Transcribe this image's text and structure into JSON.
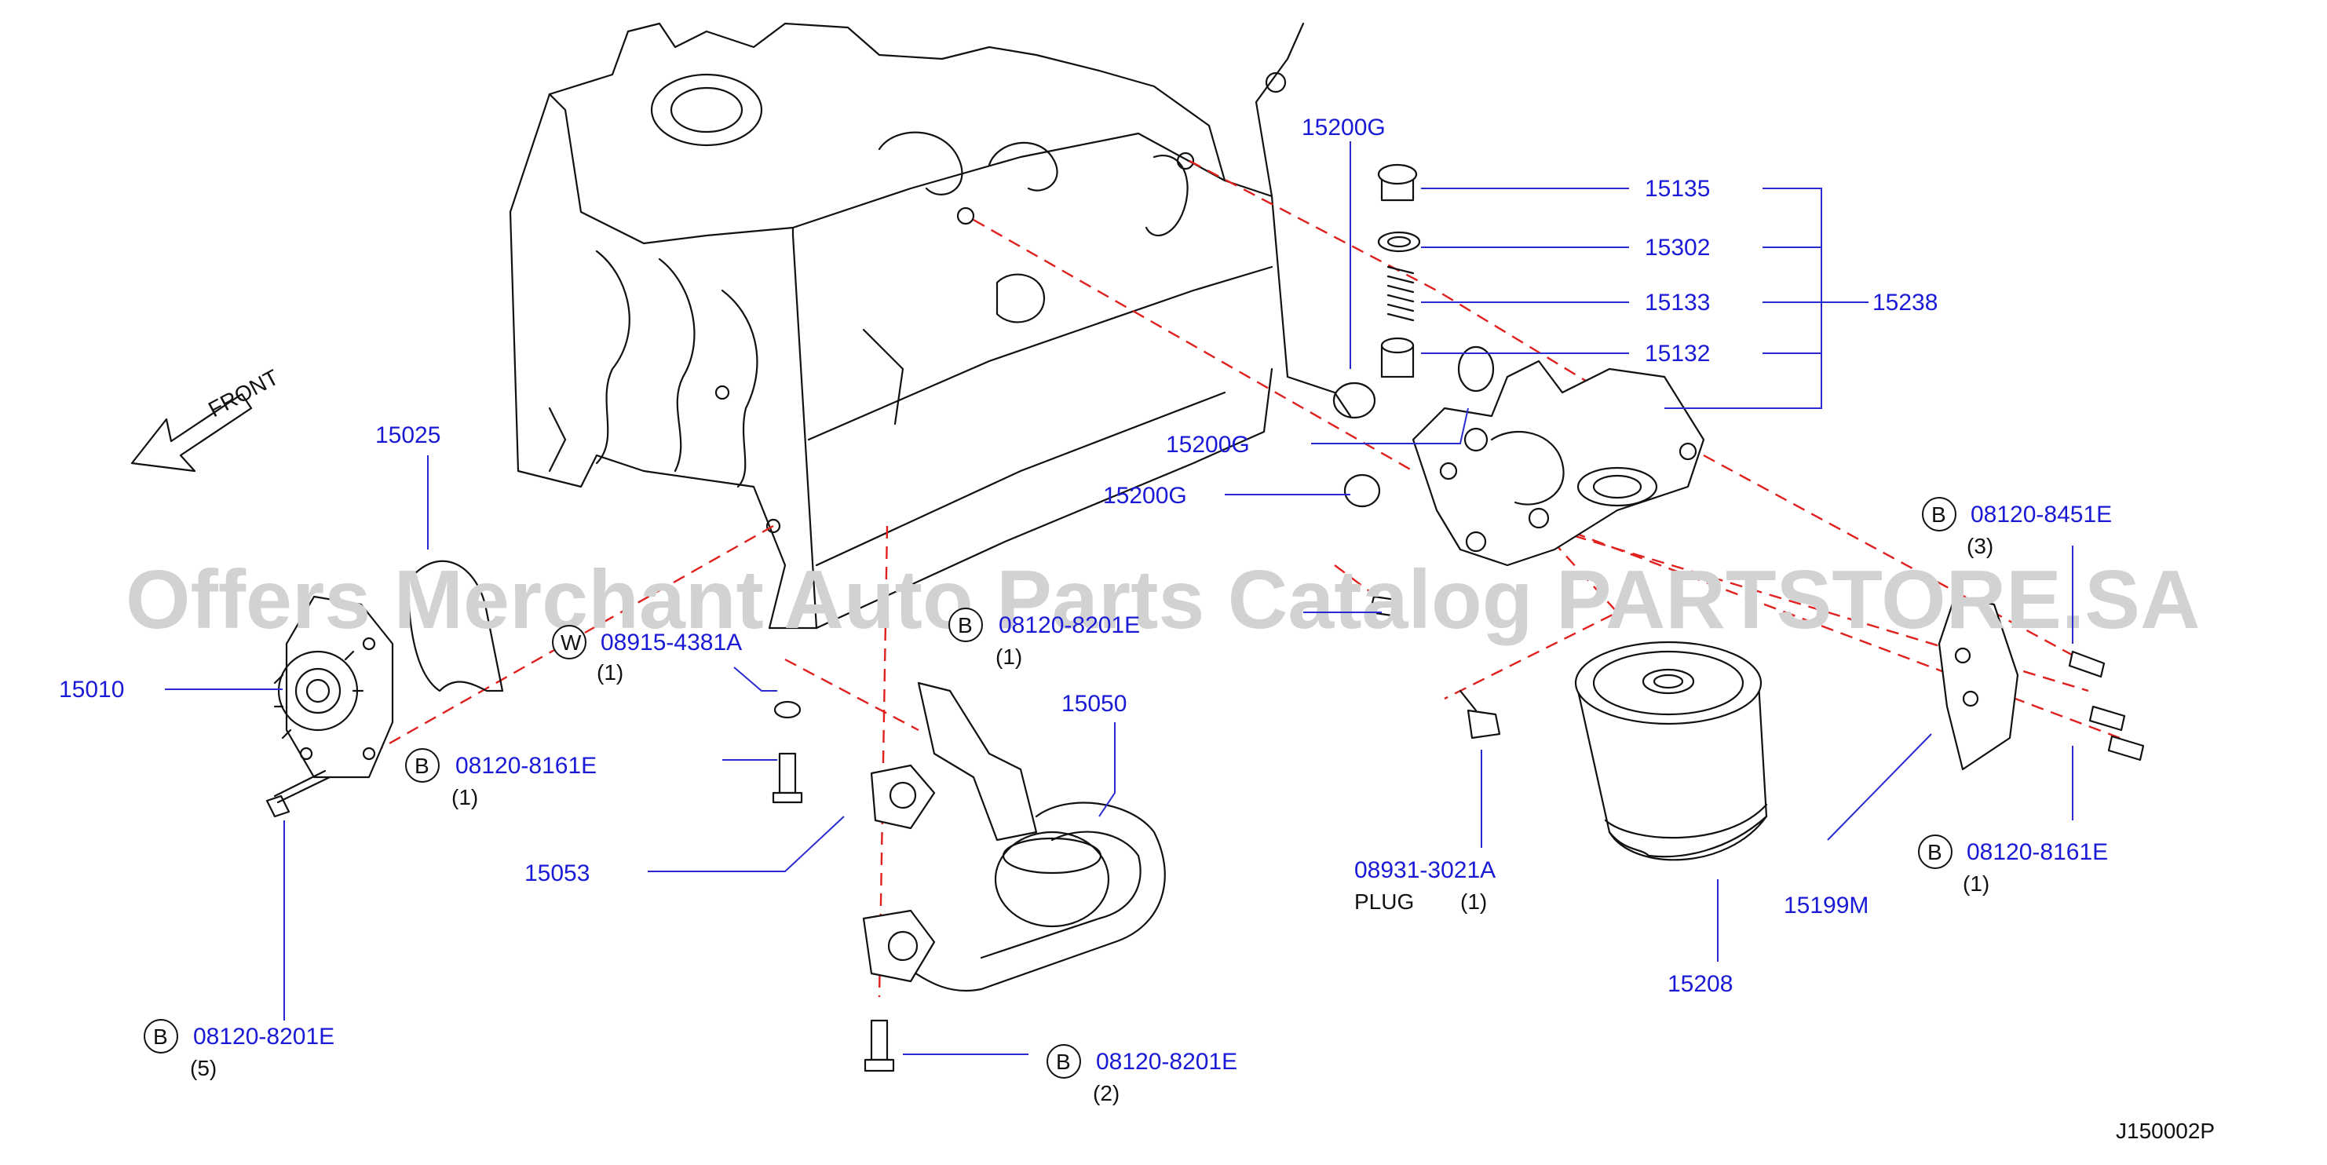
{
  "front_label": "FRONT",
  "watermark": "Offers Merchant Auto Parts Catalog PARTSTORE.SA",
  "diagram_code": "J150002P",
  "parts": {
    "p15200g_top": "15200G",
    "p15135": "15135",
    "p15302": "15302",
    "p15133": "15133",
    "p15132": "15132",
    "p15238": "15238",
    "p15200g_mid": "15200G",
    "p15200g_low": "15200G",
    "p15025": "15025",
    "p15010": "15010",
    "p15050": "15050",
    "p15053": "15053",
    "p15208": "15208",
    "p15199m": "15199M"
  },
  "callouts": [
    {
      "prefix": "W",
      "part": "08915-4381A",
      "qty": "(1)"
    },
    {
      "prefix": "B",
      "part": "08120-8201E",
      "qty": "(1)"
    },
    {
      "prefix": "B",
      "part": "08120-8161E",
      "qty": "(1)"
    },
    {
      "prefix": "B",
      "part": "08120-8201E",
      "qty": "(5)"
    },
    {
      "prefix": "B",
      "part": "08120-8201E",
      "qty": "(2)"
    },
    {
      "prefix": "B",
      "part": "08120-8451E",
      "qty": "(3)"
    },
    {
      "prefix": "B",
      "part": "08120-8161E",
      "qty": "(1)"
    }
  ],
  "plug": {
    "part": "08931-3021A",
    "name": "PLUG",
    "qty": "(1)"
  }
}
